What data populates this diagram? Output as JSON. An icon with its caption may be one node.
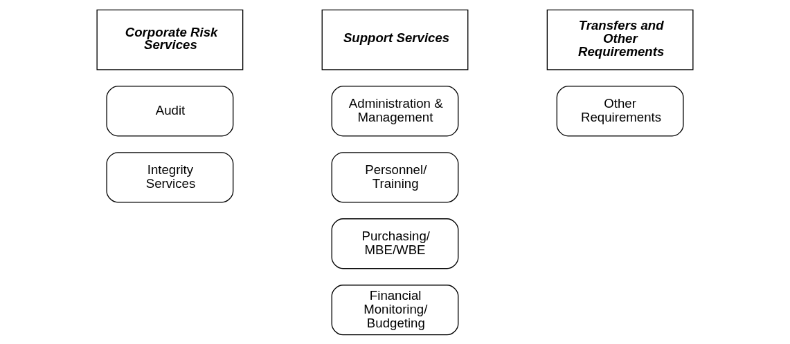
{
  "diagram": {
    "nodes": [
      {
        "text": [
          "Corporate Risk Services"
        ]
      },
      {
        "text": [
          "Audit"
        ]
      },
      {
        "text": [
          "Integrity Services"
        ]
      },
      {
        "text": [
          "Support Services"
        ]
      },
      {
        "text": [
          "Administration & Management"
        ]
      },
      {
        "text": [
          "Personnel/ Training"
        ]
      },
      {
        "text": [
          "Purchasing/ MBE/WBE"
        ]
      },
      {
        "text": [
          "Financial Monitoring/ Budgeting"
        ]
      },
      {
        "text": [
          "Transfers and Other Requirements"
        ]
      },
      {
        "text": [
          "Other Requirements"
        ]
      }
    ]
  }
}
